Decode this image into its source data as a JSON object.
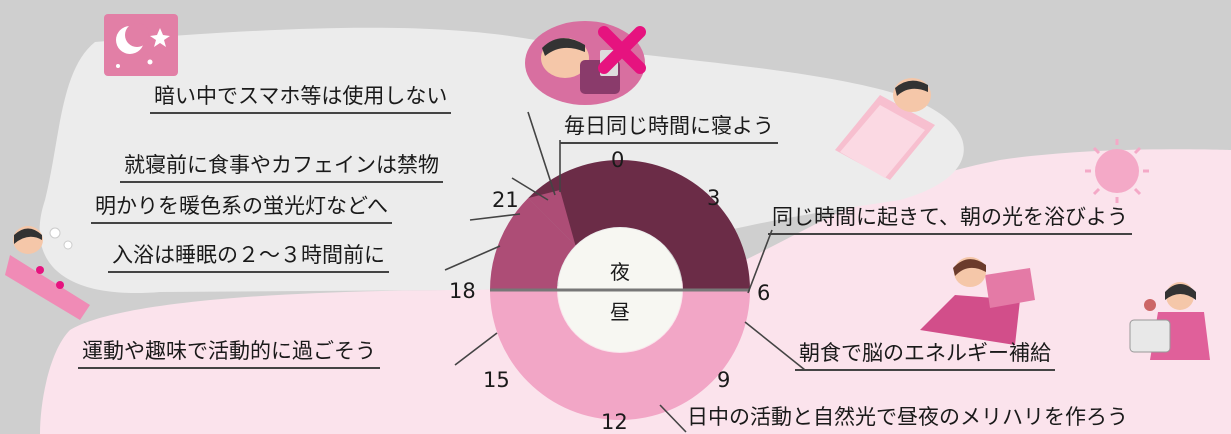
{
  "clock": {
    "hours": {
      "h0": "0",
      "h3": "3",
      "h6": "6",
      "h9": "9",
      "h12": "12",
      "h15": "15",
      "h18": "18",
      "h21": "21"
    },
    "night_label": "夜",
    "day_label": "昼"
  },
  "tips": {
    "phone": "暗い中でスマホ等は使用しない",
    "caffeine": "就寝前に食事やカフェインは禁物",
    "light": "明かりを暖色系の蛍光灯などへ",
    "bath": "入浴は睡眠の２～３時間前に",
    "same_time_sleep": "毎日同じ時間に寝よう",
    "wake": "同じ時間に起きて、朝の光を浴びよう",
    "breakfast": "朝食で脳のエネルギー補給",
    "exercise": "運動や趣味で活動的に過ごそう",
    "daylight": "日中の活動と自然光で昼夜のメリハリを作ろう"
  },
  "colors": {
    "background": "#cfcfcf",
    "night_panel": "#ececec",
    "day_panel": "#fbe3ec",
    "night_dark": "#6b2c47",
    "night_mid": "#ad4d76",
    "day_ring": "#f2a6c6",
    "accent_x": "#e6137f"
  },
  "icons": [
    "moon-stars-icon",
    "smartphone-in-bed-icon",
    "prohibited-x-icon",
    "sleeping-person-icon",
    "sun-icon",
    "waking-person-icon",
    "breakfast-person-icon",
    "bath-icon"
  ]
}
